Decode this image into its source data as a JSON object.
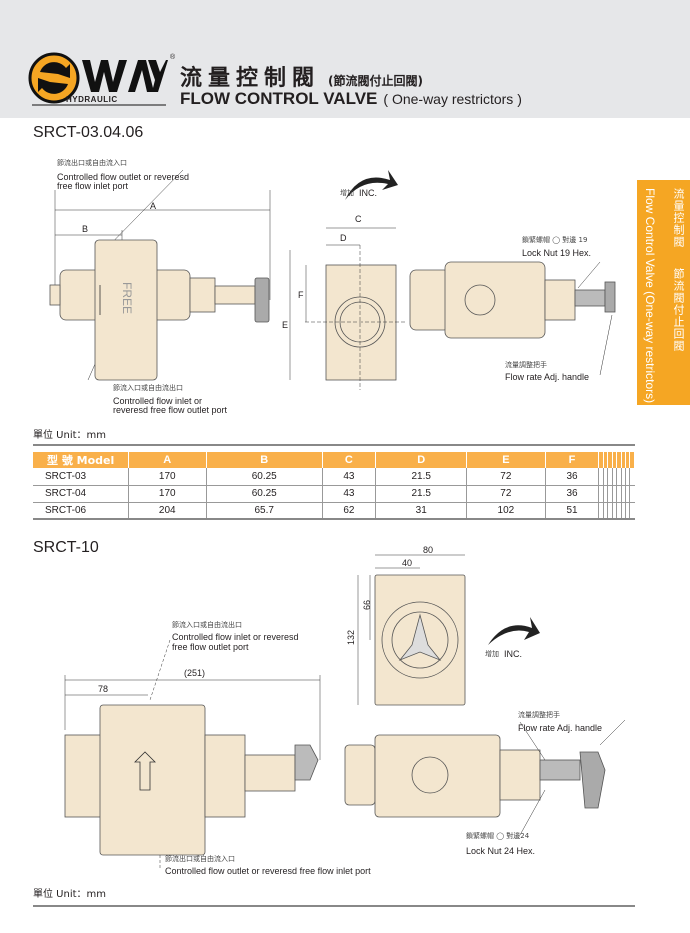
{
  "header": {
    "brand": "WAY",
    "brand_sub": "HYDRAULIC",
    "registered": "®",
    "title_zh": "流量控制閥",
    "title_zh_sub": "(節流閥付止回閥)",
    "title_en": "FLOW CONTROL VALVE",
    "title_en_sub": "( One-way restrictors )"
  },
  "side_tab": {
    "zh1": "流量控制閥",
    "zh2": "節流閥付止回閥",
    "en": "Flow Control Valve (One-way restrictors)"
  },
  "section1": {
    "title": "SRCT-03.04.06",
    "outlet_zh": "節流出口或自由流入口",
    "outlet_en1": "Controlled flow outlet or reveresd",
    "outlet_en2": "free flow inlet port",
    "inlet_zh": "節流入口或自由流出口",
    "inlet_en1": "Controlled flow inlet or",
    "inlet_en2": "reveresd free flow outlet port",
    "inc_zh": "增加",
    "inc_en": "INC.",
    "locknut_zh": "鎖緊螺帽 ◯ 對邊 19",
    "locknut_en": "Lock Nut 19 Hex.",
    "handle_zh": "流量調整把手",
    "handle_en": "Flow rate Adj. handle",
    "free": "FREE",
    "dims": {
      "a": "A",
      "b": "B",
      "c": "C",
      "d": "D",
      "e": "E",
      "f": "F"
    },
    "unit": "單位 Unit：mm"
  },
  "table": {
    "headers": [
      "型 號 Model",
      "A",
      "B",
      "C",
      "D",
      "E",
      "F",
      "",
      "",
      "",
      "",
      "",
      "",
      "",
      "",
      ""
    ],
    "rows": [
      [
        "SRCT-03",
        "170",
        "60.25",
        "43",
        "21.5",
        "72",
        "36"
      ],
      [
        "SRCT-04",
        "170",
        "60.25",
        "43",
        "21.5",
        "72",
        "36"
      ],
      [
        "SRCT-06",
        "204",
        "65.7",
        "62",
        "31",
        "102",
        "51"
      ]
    ]
  },
  "section2": {
    "title": "SRCT-10",
    "inlet_zh": "節流入口或自由流出口",
    "inlet_en1": "Controlled flow inlet or reveresd",
    "inlet_en2": "free flow outlet port",
    "outlet_zh": "節流出口或自由流入口",
    "outlet_en": "Controlled flow outlet or reveresd free flow inlet port",
    "inc_zh": "增加",
    "inc_en": "INC.",
    "handle_zh": "流量調整把手",
    "handle_en": "Flow rate Adj. handle",
    "locknut_zh": "鎖緊螺帽 ◯ 對邊24",
    "locknut_en": "Lock Nut 24 Hex.",
    "dims": {
      "total": "(251)",
      "left": "78",
      "w80": "80",
      "w40": "40",
      "h66": "66",
      "h132": "132"
    },
    "unit": "單位 Unit：mm"
  },
  "colors": {
    "orange": "#f5a623",
    "table_header": "#f9b04a",
    "body": "#f3e6cf"
  }
}
